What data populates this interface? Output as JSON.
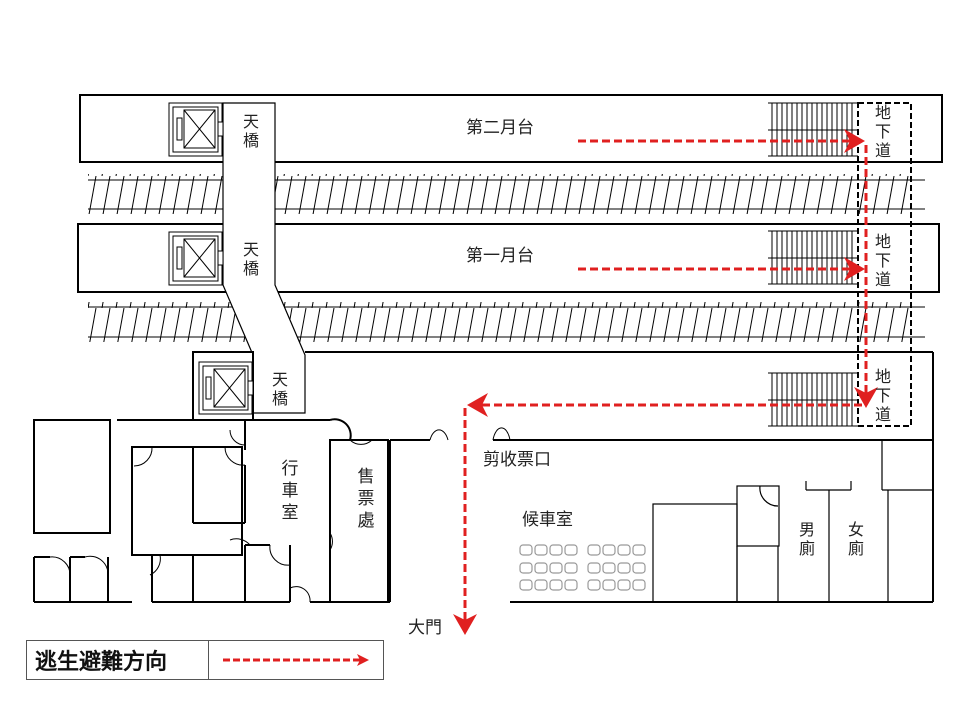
{
  "diagram": {
    "type": "station-floor-plan",
    "colors": {
      "evacuation_route": "#e02020",
      "walls": "#000000",
      "chairs": "#999999"
    }
  },
  "platforms": [
    {
      "label": "第二月台"
    },
    {
      "label": "第一月台"
    }
  ],
  "overpass": [
    {
      "label": "天橋"
    },
    {
      "label": "天橋"
    },
    {
      "label": "天橋"
    }
  ],
  "underpass": [
    {
      "label": "地下道"
    },
    {
      "label": "地下道"
    },
    {
      "label": "地下道"
    }
  ],
  "rooms": {
    "dispatch_room": "行車室",
    "ticket_office": "售票處",
    "ticket_gate": "剪收票口",
    "waiting_room": "候車室",
    "mens_restroom": "男廁",
    "womens_restroom": "女廁",
    "main_entrance": "大門"
  },
  "legend": {
    "label": "逃生避難方向",
    "symbol": "red-dashed-arrow"
  }
}
